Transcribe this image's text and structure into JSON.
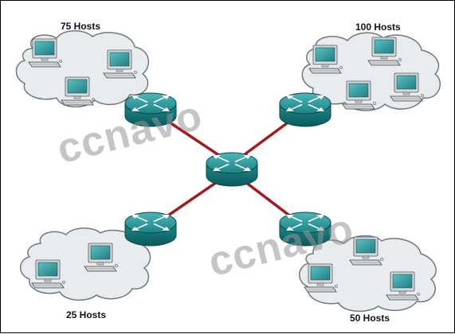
{
  "clouds": [
    {
      "id": "top-left",
      "label": "75 Hosts",
      "pcs": 3
    },
    {
      "id": "top-right",
      "label": "100 Hosts",
      "pcs": 4
    },
    {
      "id": "bottom-left",
      "label": "25 Hosts",
      "pcs": 2
    },
    {
      "id": "bottom-right",
      "label": "50 Hosts",
      "pcs": 3
    }
  ],
  "routers": [
    "router-top-left",
    "router-top-right",
    "router-center",
    "router-bottom-left",
    "router-bottom-right"
  ],
  "watermarks": [
    "ccnavo",
    "ccnavo"
  ],
  "colors": {
    "link": "#a31b1f",
    "cloud_fill": "#e8ecee",
    "cloud_stroke": "#6e7a80",
    "router_top": "#1c8c8f",
    "router_body": "#0f6e71",
    "monitor_screen": "#2f9fa1",
    "pc_body": "#d9dde0"
  }
}
